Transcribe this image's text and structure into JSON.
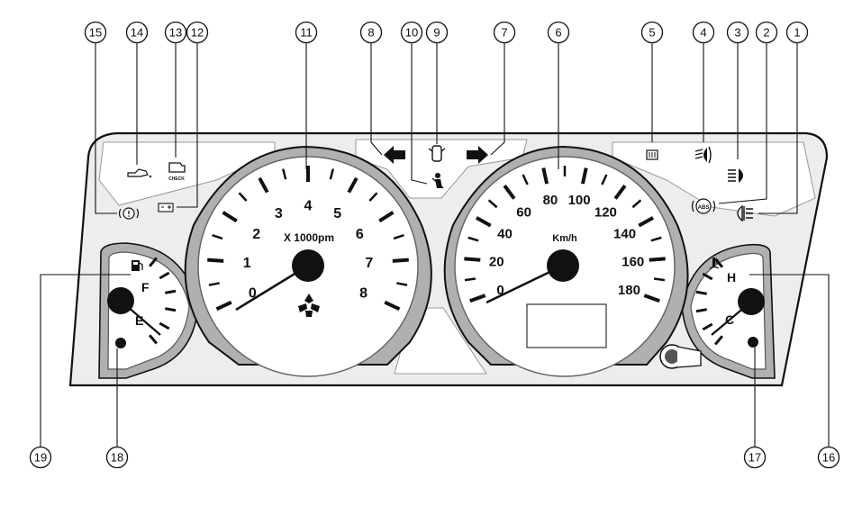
{
  "tachometer": {
    "labels": [
      "0",
      "1",
      "2",
      "3",
      "4",
      "5",
      "6",
      "7",
      "8"
    ],
    "unit_label": "X 1000pm"
  },
  "speedometer": {
    "labels": [
      "0",
      "20",
      "40",
      "60",
      "80",
      "100",
      "120",
      "140",
      "160",
      "180"
    ],
    "unit_label": "Km/h"
  },
  "fuel_gauge": {
    "full_label": "F",
    "empty_label": "E"
  },
  "temp_gauge": {
    "hot_label": "H",
    "cold_label": "C"
  },
  "check_engine_text": "CHECK",
  "abs_text": "ABS",
  "callouts": [
    "1",
    "2",
    "3",
    "4",
    "5",
    "6",
    "7",
    "8",
    "9",
    "10",
    "11",
    "12",
    "13",
    "14",
    "15",
    "16",
    "17",
    "18",
    "19"
  ],
  "icons": {
    "turn_left": "arrow-left-icon",
    "turn_right": "arrow-right-icon",
    "door_open": "car-door-icon",
    "seatbelt": "seatbelt-icon",
    "rear_defrost": "rear-defrost-icon",
    "front_fog": "front-fog-icon",
    "high_beam": "high-beam-icon",
    "abs": "abs-icon",
    "rear_fog": "rear-fog-icon",
    "oil_pressure": "oil-can-icon",
    "check_engine": "engine-icon",
    "battery": "battery-icon",
    "brake": "brake-icon",
    "fuel": "fuel-pump-icon",
    "temperature": "thermometer-icon",
    "logo": "brand-logo-icon"
  }
}
